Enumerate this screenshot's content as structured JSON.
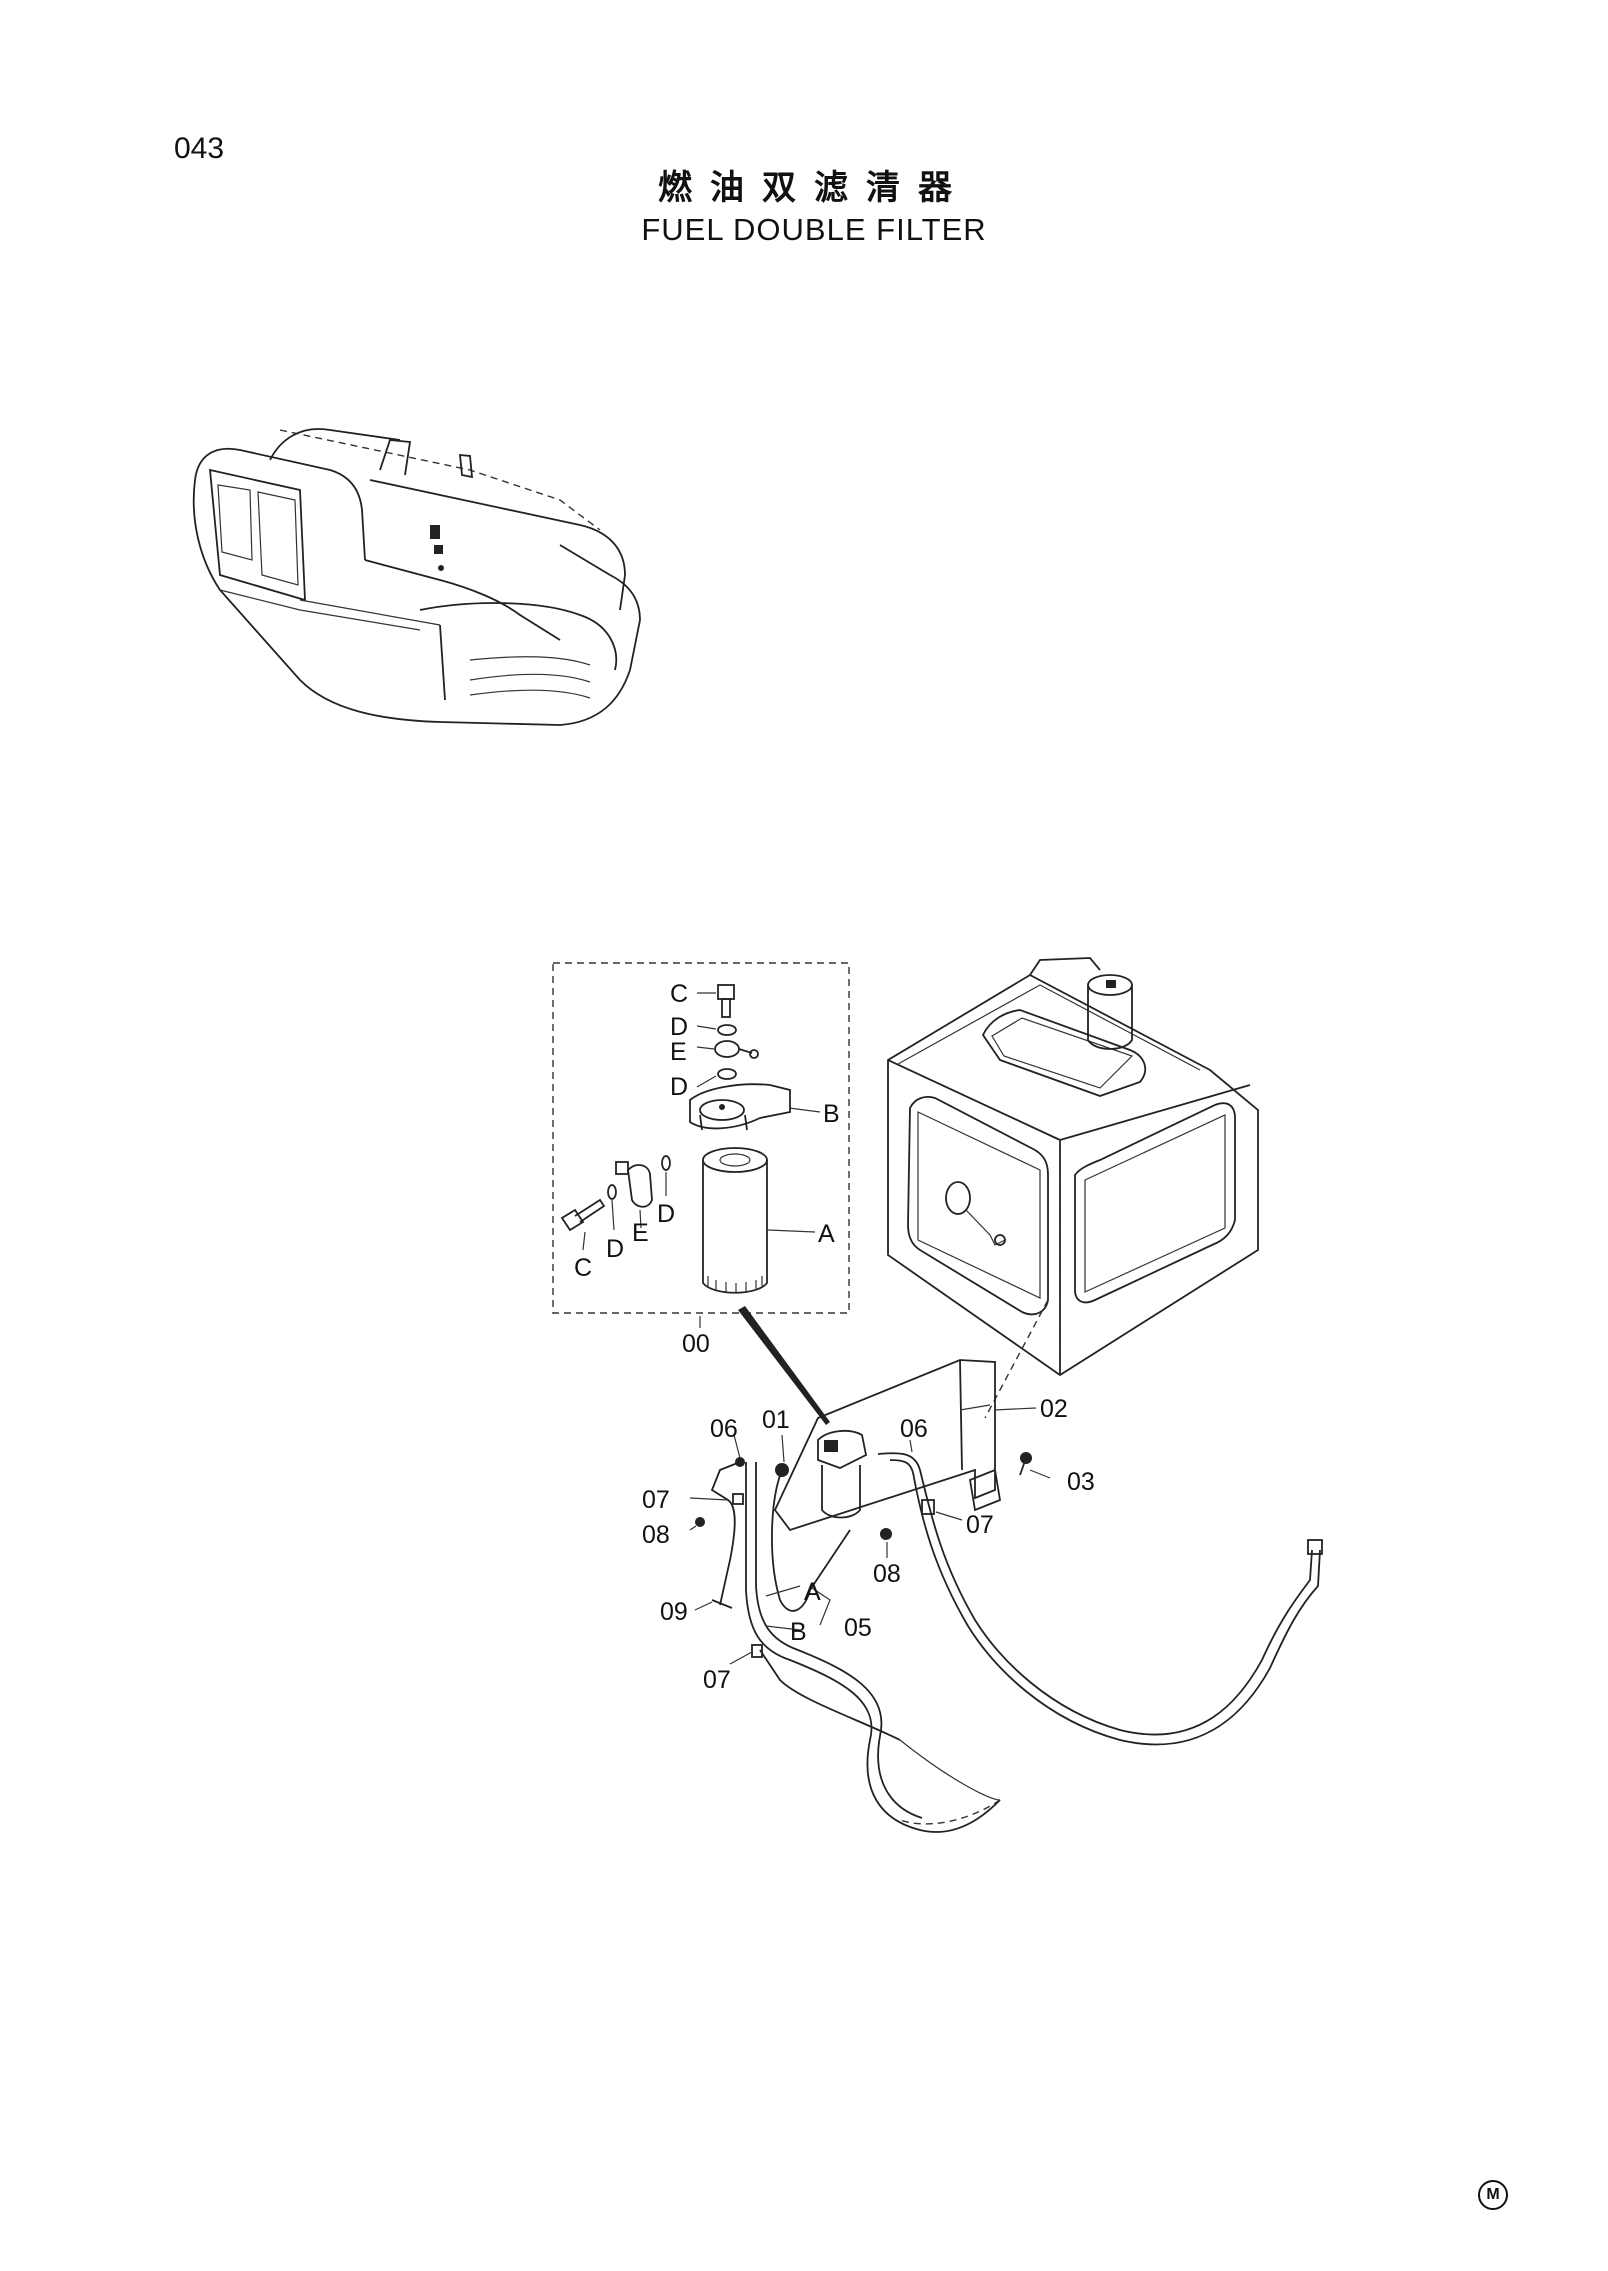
{
  "header": {
    "page_number": "043",
    "title_zh": "燃油双滤清器",
    "title_en": "FUEL DOUBLE FILTER"
  },
  "callouts": {
    "assembly": "00",
    "part_01": "01",
    "part_02": "02",
    "part_03": "03",
    "part_05": "05",
    "part_06": "06",
    "part_07": "07",
    "part_08": "08",
    "part_09": "09",
    "letter_a": "A",
    "letter_b": "B",
    "letter_c": "C",
    "letter_d": "D",
    "letter_e": "E"
  },
  "footer": {
    "mark": "M"
  }
}
